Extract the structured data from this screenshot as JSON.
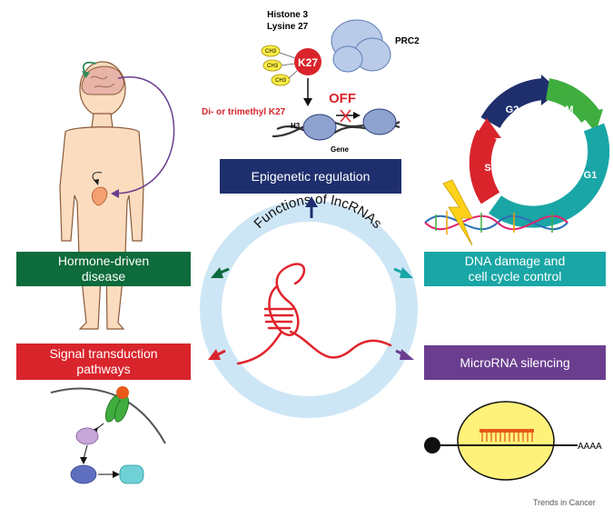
{
  "title_arc": "Functions of lncRNAs",
  "functions": {
    "epigenetic": "Epigenetic regulation",
    "hormone_line1": "Hormone-driven",
    "hormone_line2": "disease",
    "dna_line1": "DNA damage and",
    "dna_line2": "cell cycle control",
    "signal_line1": "Signal transduction",
    "signal_line2": "pathways",
    "mirna": "MicroRNA silencing"
  },
  "epigenetic_panel": {
    "histone_line1": "Histone 3",
    "histone_line2": "Lysine 27",
    "k27": "K27",
    "methyl": "CH3",
    "prc2": "PRC2",
    "modification": "Di- or trimethyl K27",
    "off": "OFF",
    "h3": "H3",
    "gene": "Gene"
  },
  "cell_cycle": {
    "g2": "G2",
    "m": "M",
    "g1": "G1",
    "s": "S"
  },
  "mirna_panel": {
    "polya": "AAAA"
  },
  "credit": "Trends in Cancer",
  "colors": {
    "epigenetic": "#1f2f6e",
    "hormone": "#0d6b3c",
    "dna": "#1aa6a6",
    "signal": "#d9242c",
    "mirna": "#6a3d8f",
    "ring": "#cde6f6",
    "lncrna": "#e0242c"
  }
}
